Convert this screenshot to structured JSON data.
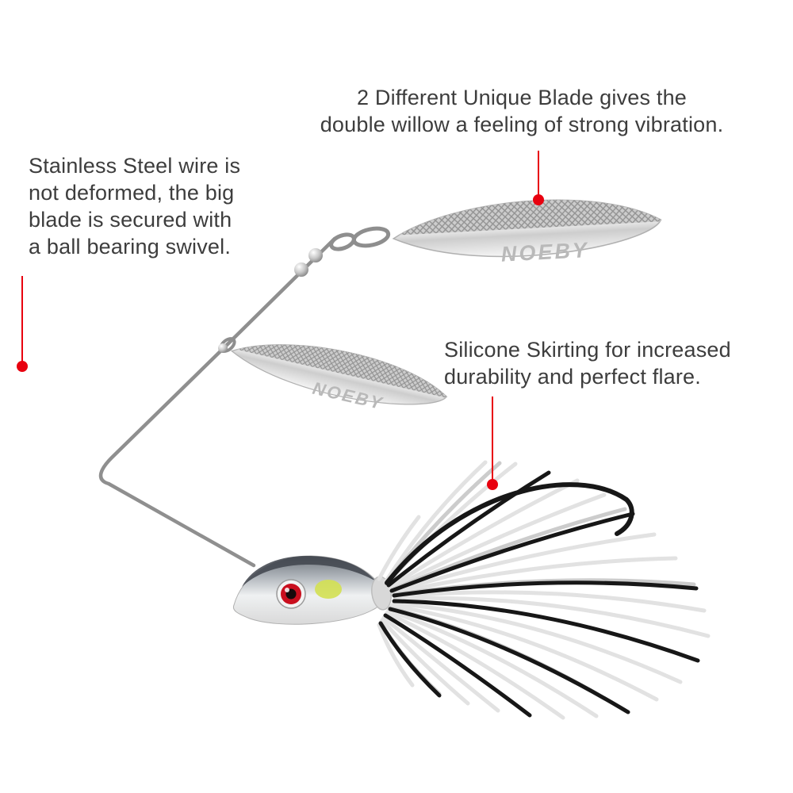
{
  "brand": {
    "name": "NOEBY"
  },
  "colors": {
    "accent": "#e8000f",
    "text": "#3d3d3d"
  },
  "annotations": {
    "blade": {
      "lines": [
        "2 Different Unique Blade gives the",
        "double willow a feeling of strong vibration."
      ]
    },
    "wire": {
      "lines": [
        "Stainless Steel wire is",
        "not deformed, the big",
        "blade is secured with",
        "a ball bearing swivel."
      ]
    },
    "skirt": {
      "lines": [
        "Silicone Skirting for increased",
        "durability and perfect flare."
      ]
    }
  }
}
